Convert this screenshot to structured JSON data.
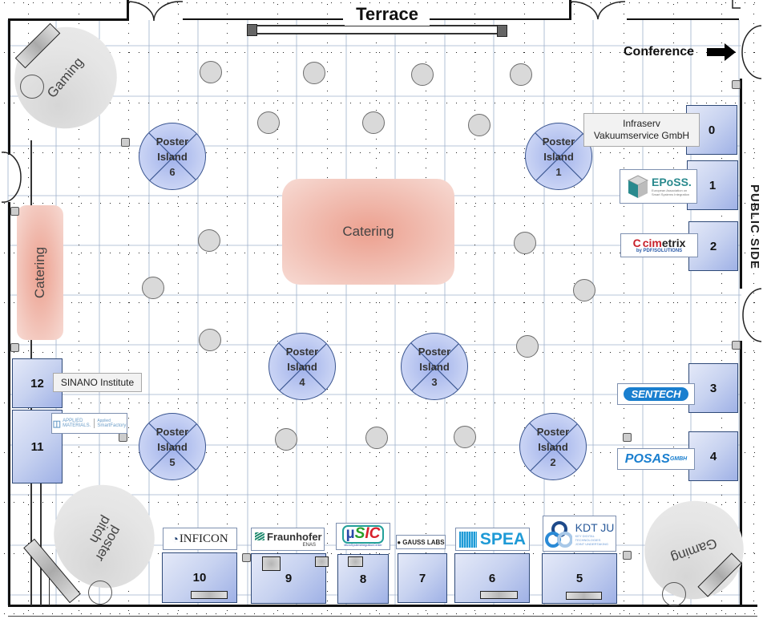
{
  "title": "Terrace",
  "exits": {
    "conference": "Conference",
    "public_side_vertical": "PUBLIC SIDE"
  },
  "catering": [
    {
      "id": "catering-center",
      "label": "Catering"
    },
    {
      "id": "catering-left",
      "label": "Catering"
    }
  ],
  "zones": [
    {
      "id": "gaming-top-left",
      "label": "Gaming"
    },
    {
      "id": "gaming-bottom-right",
      "label": "Gaming"
    },
    {
      "id": "poster-pitch",
      "label_line1": "poster",
      "label_line2": "pitch"
    }
  ],
  "poster_islands": [
    {
      "number": "1",
      "line1": "Poster",
      "line2": "Island"
    },
    {
      "number": "2",
      "line1": "Poster",
      "line2": "Island"
    },
    {
      "number": "3",
      "line1": "Poster",
      "line2": "Island"
    },
    {
      "number": "4",
      "line1": "Poster",
      "line2": "Island"
    },
    {
      "number": "5",
      "line1": "Poster",
      "line2": "Island"
    },
    {
      "number": "6",
      "line1": "Poster",
      "line2": "Island"
    }
  ],
  "booths": [
    {
      "number": "0",
      "exhibitor": "Infraserv Vakuumservice GmbH",
      "exhibitor_line1": "Infraserv",
      "exhibitor_line2": "Vakuumservice GmbH"
    },
    {
      "number": "1",
      "exhibitor": "EPoSS",
      "logo_text": "EPoSS.",
      "logo_sub": "European Association on Smart Systems Integration"
    },
    {
      "number": "2",
      "exhibitor": "cimetrix by PDF Solutions",
      "logo_text_red": "cim",
      "logo_text_dark": "etrix",
      "logo_sub": "by PDF/SOLUTIONS"
    },
    {
      "number": "3",
      "exhibitor": "SENTECH",
      "logo_text": "SENTECH"
    },
    {
      "number": "4",
      "exhibitor": "POSAS GmbH",
      "logo_text": "POSAS",
      "logo_sup": "GMBH"
    },
    {
      "number": "5",
      "exhibitor": "KDT JU",
      "logo_text": "KDT JU",
      "logo_sub1": "KEY DIGITAL",
      "logo_sub2": "TECHNOLOGIES",
      "logo_sub3": "JOINT UNDERTAKING"
    },
    {
      "number": "6",
      "exhibitor": "SPEA",
      "logo_text": "SPEA"
    },
    {
      "number": "7",
      "exhibitor": "GAUSS LABS",
      "logo_text": "GAUSS LABS"
    },
    {
      "number": "8",
      "exhibitor": "µSIC",
      "logo_text_mu": "µ",
      "logo_text_s": "S",
      "logo_text_ic": "IC",
      "logo_sub": "MicroSystemIntegrationCenter"
    },
    {
      "number": "9",
      "exhibitor": "Fraunhofer ENAS",
      "logo_text": "Fraunhofer",
      "logo_sub": "ENAS"
    },
    {
      "number": "10",
      "exhibitor": "INFICON",
      "logo_text": "INFICON"
    },
    {
      "number": "11",
      "exhibitor": "Applied Materials Applied SmartFactory",
      "logo_text1": "APPLIED",
      "logo_text2": "MATERIALS.",
      "logo_text3": "Applied",
      "logo_text4": "SmartFactory"
    },
    {
      "number": "12",
      "exhibitor": "SINANO Institute",
      "label": "SINANO Institute"
    }
  ],
  "tables_count": 18
}
